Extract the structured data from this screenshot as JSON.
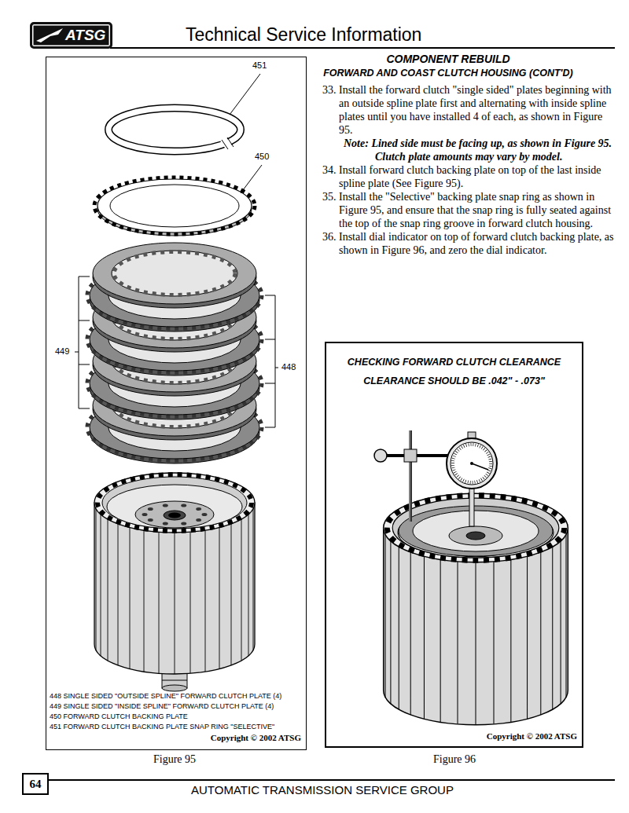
{
  "diagram": {
    "title": "Technical Service Information",
    "nodes": [
      {
        "text": [
          "ATSG"
        ]
      },
      {
        "text": [
          "448 SINGLE SIDED \"OUTSIDE SPLINE\" FORWARD CLUTCH PLATE (4)",
          "449 SINGLE SIDED \"INSIDE SPLINE\" FORWARD CLUTCH PLATE (4)",
          "450 FORWARD CLUTCH BACKING PLATE",
          "451 FORWARD CLUTCH BACKING PLATE SNAP RING \"SELECTIVE\"",
          "Copyright © 2002 ATSG"
        ]
      },
      {
        "text": [
          "CHECKING FORWARD CLUTCH CLEARANCE",
          "CLEARANCE SHOULD BE .042\" - .073\"",
          "Copyright © 2002 ATSG"
        ]
      },
      {
        "text": [
          "64"
        ]
      }
    ],
    "labels": [
      "COMPONENT REBUILD",
      "FORWARD AND COAST CLUTCH HOUSING (CONT'D)",
      "33. Install the forward clutch \"single sided\" plates beginning with an outside spline plate first and alternating with inside spline plates until you have installed 4 of each, as shown in Figure 95.",
      "Note: Lined side must be facing up, as shown in Figure 95. Clutch plate amounts may vary by model.",
      "34. Install forward clutch backing plate on top of the last inside spline plate (See Figure 95).",
      "35. Install the \"Selective\" backing plate snap ring as shown in Figure 95, and ensure that the snap ring is fully seated against the top of the snap ring groove in forward clutch housing.",
      "36. Install dial indicator on top of forward clutch backing plate, as shown in Figure 96, and zero the dial indicator.",
      "451",
      "450",
      "449",
      "448",
      "Figure 95",
      "Figure 96",
      "AUTOMATIC TRANSMISSION SERVICE GROUP"
    ]
  }
}
